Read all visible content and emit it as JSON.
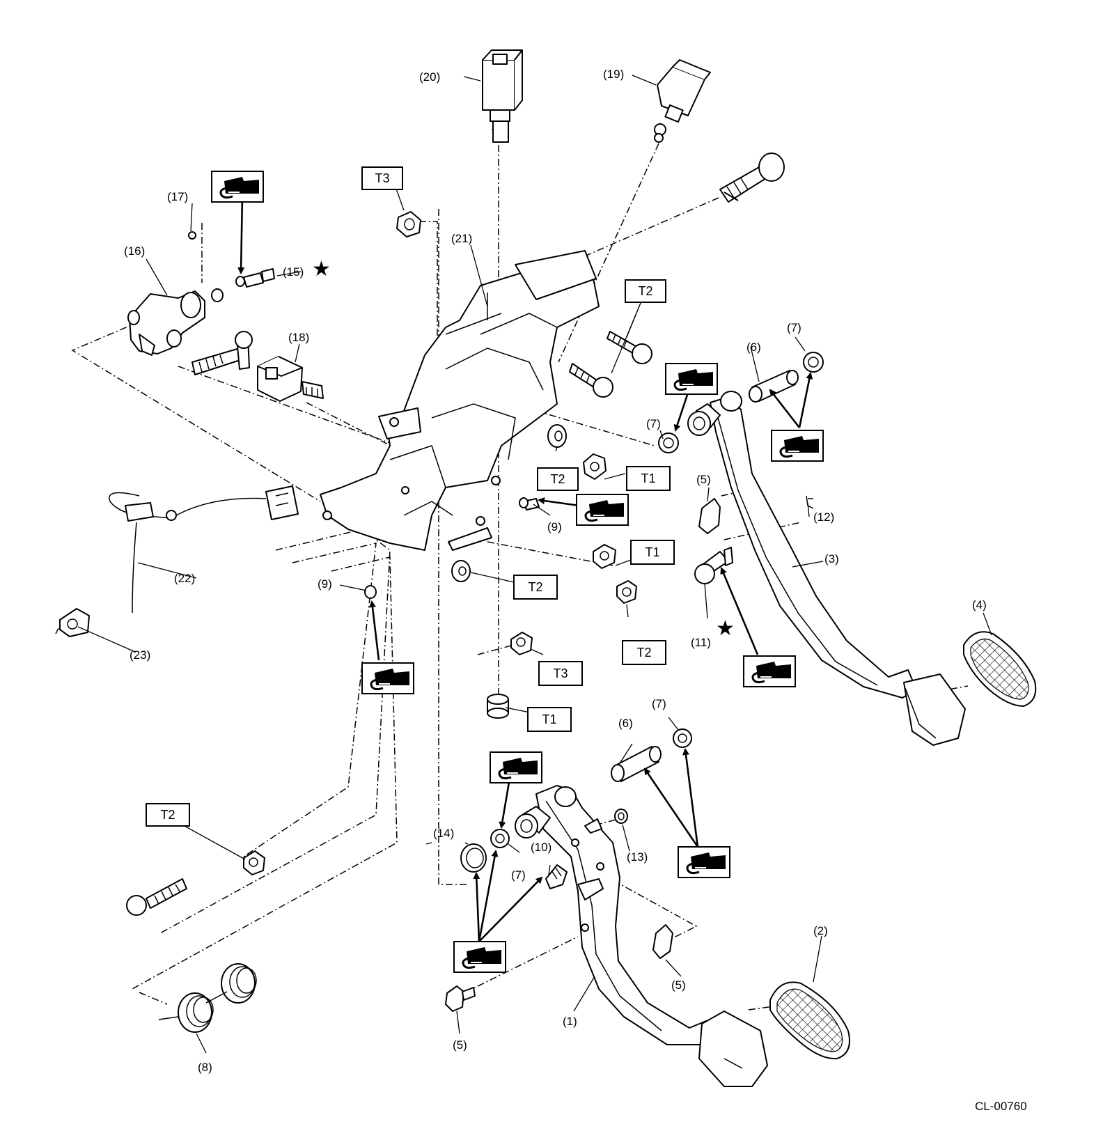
{
  "figure_code": "CL-00760",
  "callouts": {
    "c1": "(1)",
    "c2": "(2)",
    "c3": "(3)",
    "c4": "(4)",
    "c5": "(5)",
    "c6": "(6)",
    "c7": "(7)",
    "c8": "(8)",
    "c9": "(9)",
    "c10": "(10)",
    "c11": "(11)",
    "c12": "(12)",
    "c13": "(13)",
    "c14": "(14)",
    "c15": "(15)",
    "c16": "(16)",
    "c17": "(17)",
    "c18": "(18)",
    "c19": "(19)",
    "c20": "(20)",
    "c21": "(21)",
    "c22": "(22)",
    "c23": "(23)"
  },
  "torque_marks": {
    "t1": "T1",
    "t2": "T2",
    "t3": "T3"
  },
  "symbols": {
    "star": "★",
    "grease_icon": "grease-application-icon"
  }
}
